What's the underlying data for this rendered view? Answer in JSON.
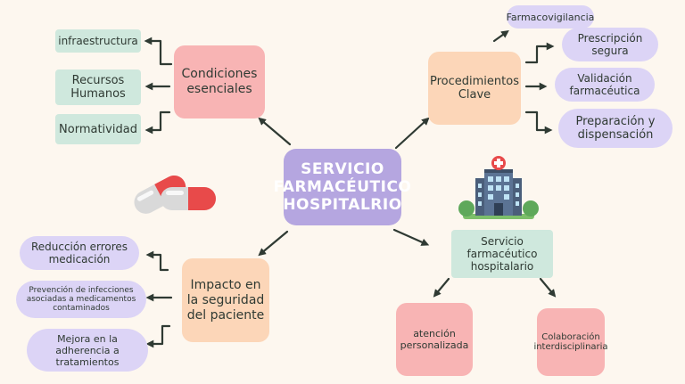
{
  "center": "SERVICIO\nFARMACÉUTICO\nHOSPITALRIO",
  "condiciones": {
    "title": "Condiciones\nesenciales",
    "items": [
      "infraestructura",
      "Recursos\nHumanos",
      "Normatividad"
    ]
  },
  "procedimientos": {
    "title": "Procedimientos\nClave",
    "items": [
      "Farmacovigilancia",
      "Prescripción\nsegura",
      "Validación\nfarmacéutica",
      "Preparación y\ndispensación"
    ]
  },
  "impacto": {
    "title": "Impacto en\nla seguridad\ndel paciente",
    "items": [
      "Reducción errores\nmedicación",
      "Prevención  de infecciones\nasociadas a medicamentos\ncontaminados",
      "Mejora en la\nadherencia a\ntratamientos"
    ]
  },
  "servicio": {
    "title": "Servicio\nfarmacéutico\nhospitalario",
    "items": [
      "atención\npersonalizada",
      "Colaboración\ninterdisciplinaria"
    ]
  },
  "icons": [
    "pills-icon",
    "hospital-icon"
  ],
  "colors": {
    "center": "#b5a6e0",
    "pink": "#f8b4b4",
    "peach": "#fcd6b8",
    "mint": "#cfe8dd",
    "lavender": "#dcd4f6",
    "line": "#2f3a33",
    "background": "#fdf7ef"
  }
}
